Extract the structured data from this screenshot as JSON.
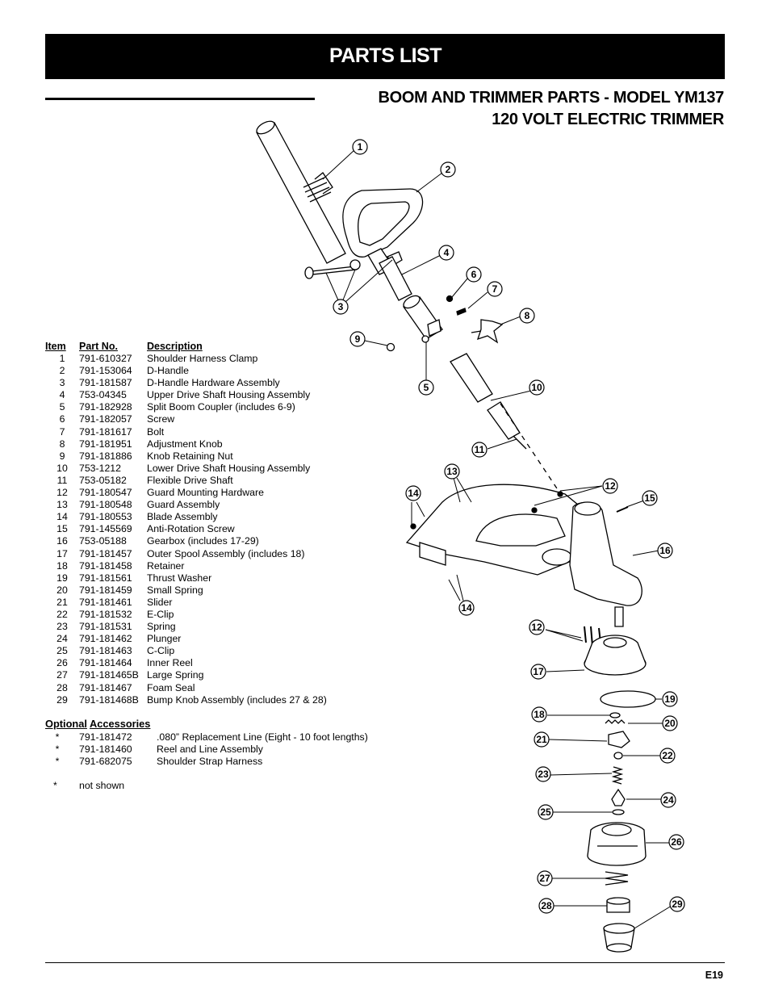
{
  "header": {
    "title": "PARTS LIST"
  },
  "subtitle": {
    "line1": "BOOM AND TRIMMER PARTS - MODEL YM137",
    "line2": "120 VOLT ELECTRIC TRIMMER"
  },
  "parts_table": {
    "headers": {
      "item": "Item",
      "part": "Part No.",
      "description": "Description"
    },
    "rows": [
      {
        "item": "1",
        "part": "791-610327",
        "description": "Shoulder Harness Clamp"
      },
      {
        "item": "2",
        "part": "791-153064",
        "description": "D-Handle"
      },
      {
        "item": "3",
        "part": "791-181587",
        "description": "D-Handle Hardware Assembly"
      },
      {
        "item": "4",
        "part": "753-04345",
        "description": "Upper Drive Shaft Housing Assembly"
      },
      {
        "item": "5",
        "part": "791-182928",
        "description": "Split Boom Coupler (includes 6-9)"
      },
      {
        "item": "6",
        "part": "791-182057",
        "description": "Screw"
      },
      {
        "item": "7",
        "part": "791-181617",
        "description": "Bolt"
      },
      {
        "item": "8",
        "part": "791-181951",
        "description": "Adjustment Knob"
      },
      {
        "item": "9",
        "part": "791-181886",
        "description": "Knob Retaining Nut"
      },
      {
        "item": "10",
        "part": "753-1212",
        "description": "Lower Drive Shaft Housing Assembly"
      },
      {
        "item": "11",
        "part": "753-05182",
        "description": "Flexible Drive Shaft"
      },
      {
        "item": "12",
        "part": "791-180547",
        "description": "Guard Mounting Hardware"
      },
      {
        "item": "13",
        "part": "791-180548",
        "description": "Guard Assembly"
      },
      {
        "item": "14",
        "part": "791-180553",
        "description": "Blade Assembly"
      },
      {
        "item": "15",
        "part": "791-145569",
        "description": "Anti-Rotation Screw"
      },
      {
        "item": "16",
        "part": "753-05188",
        "description": "Gearbox (includes 17-29)"
      },
      {
        "item": "17",
        "part": "791-181457",
        "description": "Outer Spool Assembly (includes 18)"
      },
      {
        "item": "18",
        "part": "791-181458",
        "description": "Retainer"
      },
      {
        "item": "19",
        "part": "791-181561",
        "description": "Thrust Washer"
      },
      {
        "item": "20",
        "part": "791-181459",
        "description": "Small Spring"
      },
      {
        "item": "21",
        "part": "791-181461",
        "description": "Slider"
      },
      {
        "item": "22",
        "part": "791-181532",
        "description": "E-Clip"
      },
      {
        "item": "23",
        "part": "791-181531",
        "description": "Spring"
      },
      {
        "item": "24",
        "part": "791-181462",
        "description": "Plunger"
      },
      {
        "item": "25",
        "part": "791-181463",
        "description": "C-Clip"
      },
      {
        "item": "26",
        "part": "791-181464",
        "description": "Inner Reel"
      },
      {
        "item": "27",
        "part": "791-181465B",
        "description": "Large Spring"
      },
      {
        "item": "28",
        "part": "791-181467",
        "description": "Foam Seal"
      },
      {
        "item": "29",
        "part": "791-181468B",
        "description": "Bump Knob Assembly (includes 27 & 28)"
      }
    ]
  },
  "optional": {
    "heading_a": "Optional",
    "heading_b": "Accessories",
    "rows": [
      {
        "mark": "*",
        "part": "791-181472",
        "description": ".080” Replacement Line (Eight - 10 foot lengths)"
      },
      {
        "mark": "*",
        "part": "791-181460",
        "description": "Reel and Line Assembly"
      },
      {
        "mark": "*",
        "part": "791-682075",
        "description": "Shoulder Strap Harness"
      }
    ]
  },
  "note": {
    "mark": "*",
    "text": "not shown"
  },
  "diagram": {
    "callouts": [
      "1",
      "2",
      "3",
      "4",
      "6",
      "7",
      "8",
      "9",
      "5",
      "10",
      "11",
      "13",
      "12",
      "14",
      "15",
      "16",
      "14",
      "12",
      "17",
      "19",
      "18",
      "20",
      "21",
      "22",
      "23",
      "24",
      "25",
      "26",
      "27",
      "28",
      "29"
    ]
  },
  "footer": {
    "page": "E19"
  }
}
